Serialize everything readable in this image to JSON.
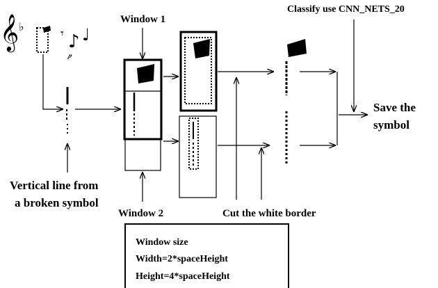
{
  "labels": {
    "window1": "Window 1",
    "window2": "Window 2",
    "classify": "Classify use CNN_NETS_20",
    "save_line1": "Save the",
    "save_line2": "symbol",
    "vertical_line1": "Vertical line from",
    "vertical_line2": "a broken symbol",
    "cut_border": "Cut the white border"
  },
  "window_size": {
    "title": "Window size",
    "width": "Width=2*spaceHeight",
    "height": "Height=4*spaceHeight"
  },
  "colors": {
    "ink": "#000000",
    "background": "#ffffff"
  }
}
